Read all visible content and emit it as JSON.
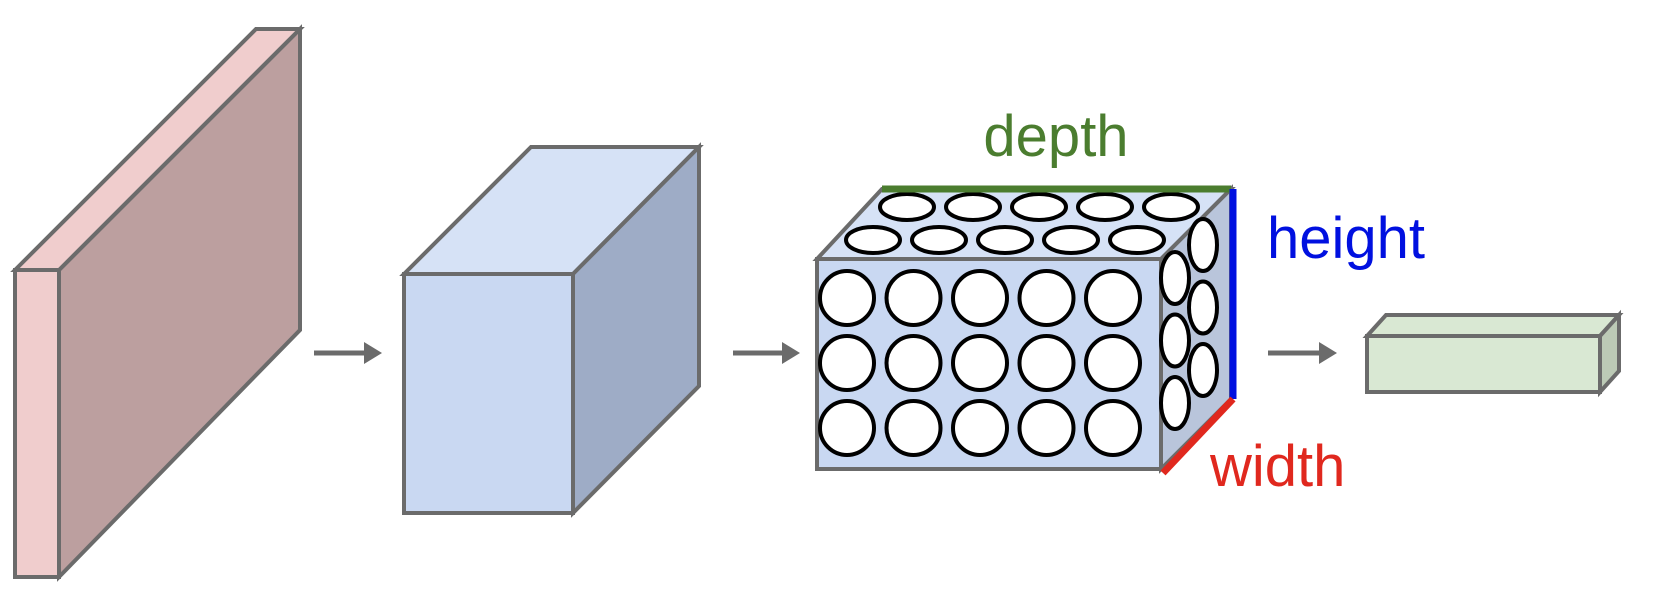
{
  "labels": {
    "depth": "depth",
    "height": "height",
    "width": "width"
  },
  "colors": {
    "stroke": "#6b6b6b",
    "input_front": "#f0cdcd",
    "input_side": "#bc9f9f",
    "volume_front": "#c9d8f2",
    "volume_top": "#d6e2f6",
    "volume_side": "#9eacc6",
    "output_front": "#d9e8d3",
    "output_side": "#bccab6",
    "depth": "#4b7d2f",
    "height": "#0010e0",
    "width": "#e0281e",
    "arrow": "#6b6b6b"
  },
  "neuron_grid": {
    "columns": 5,
    "rows": 3,
    "depth": 2
  }
}
